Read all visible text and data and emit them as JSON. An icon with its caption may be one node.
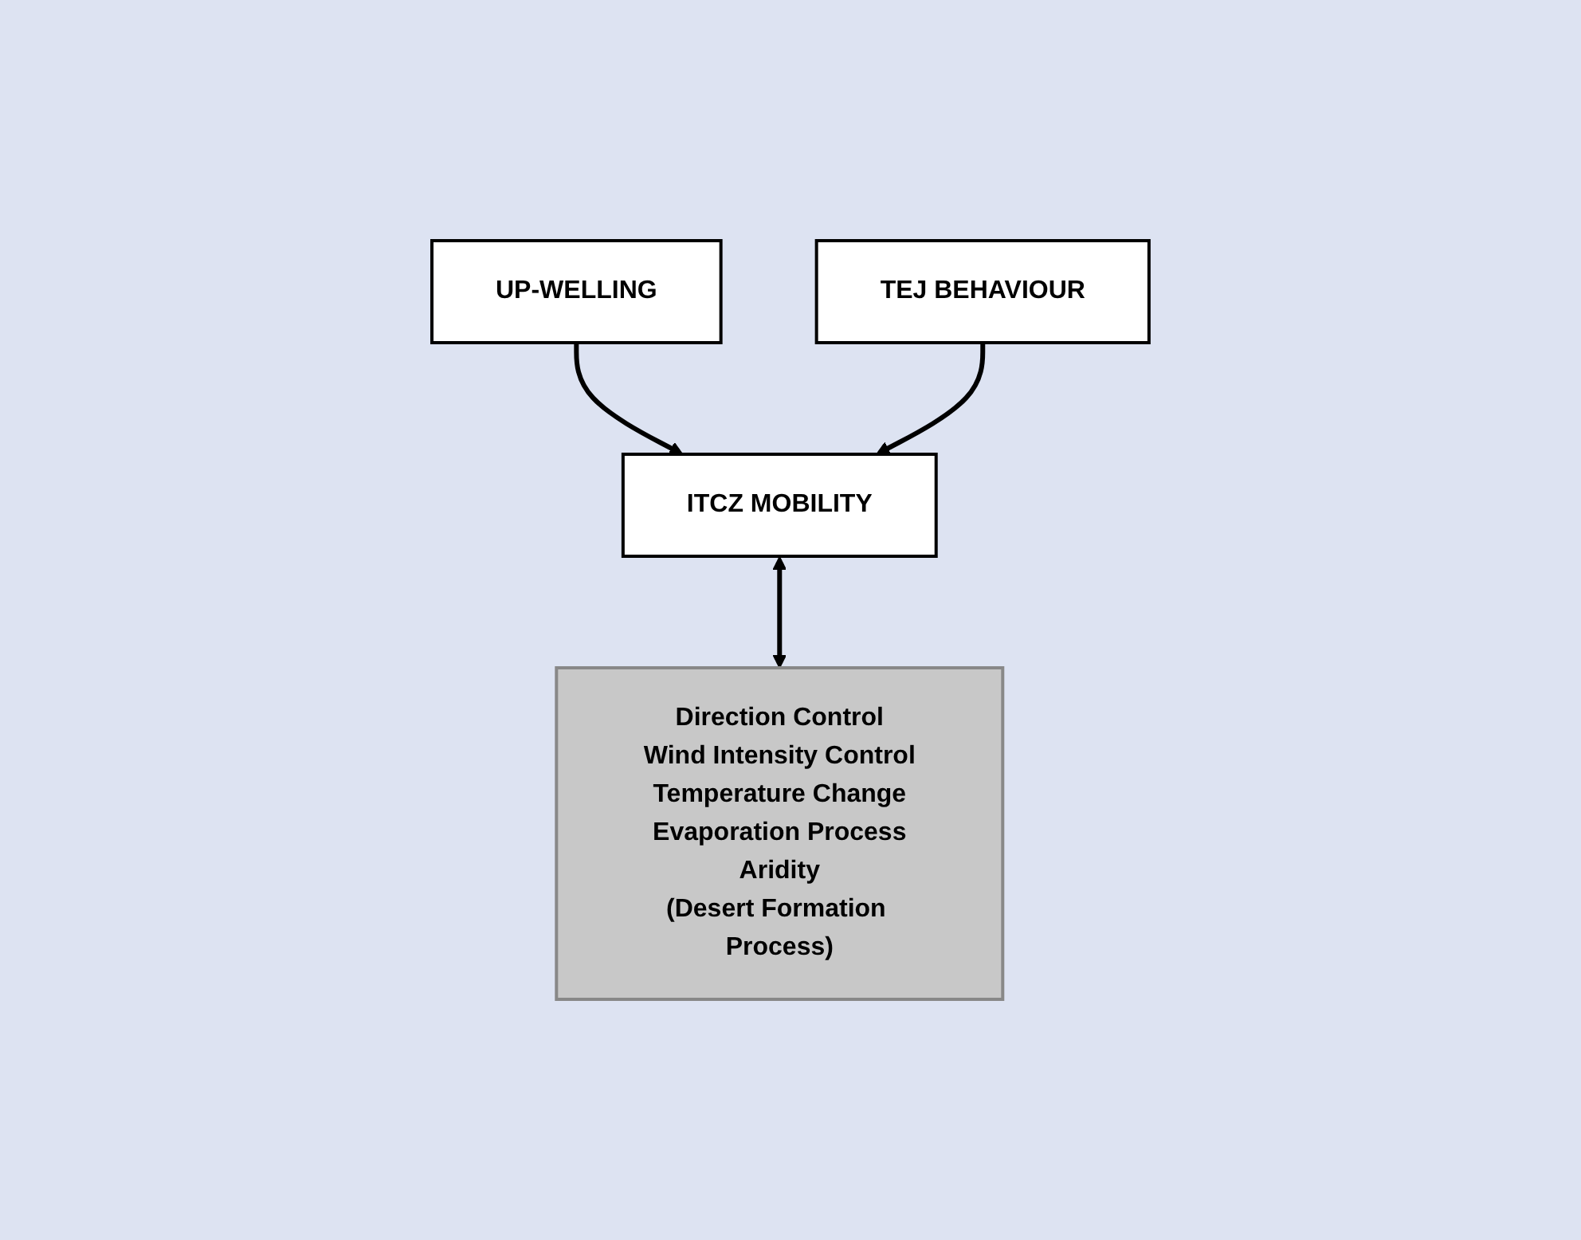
{
  "diagram": {
    "nodes": [
      {
        "text": [
          "UP-WELLING"
        ]
      },
      {
        "text": [
          "TEJ BEHAVIOUR"
        ]
      },
      {
        "text": [
          "ITCZ MOBILITY"
        ]
      },
      {
        "text": [
          "Direction Control",
          "Wind Intensity Control",
          "Temperature Change",
          "Evaporation Process",
          "Aridity",
          "(Desert Formation Process)"
        ]
      }
    ],
    "edges": [
      {
        "from": 0,
        "to": 2,
        "arrow": "to"
      },
      {
        "from": 1,
        "to": 2,
        "arrow": "to"
      },
      {
        "from": 2,
        "to": 3,
        "arrow": "both"
      }
    ]
  }
}
